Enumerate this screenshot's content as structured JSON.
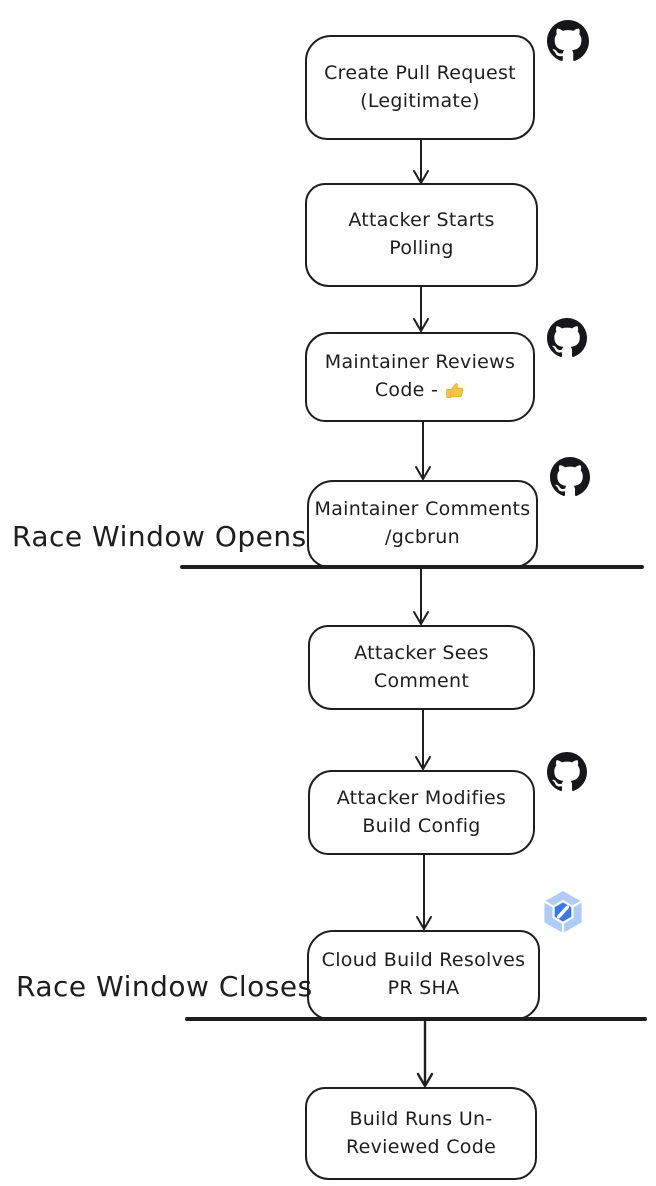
{
  "diagram": {
    "title_implicit": "Race condition flow between PR review and Cloud Build trigger",
    "nodes": {
      "create_pr": {
        "line1": "Create Pull Request",
        "line2": "(Legitimate)",
        "icon": "github-icon"
      },
      "polling": {
        "line1": "Attacker Starts",
        "line2": "Polling"
      },
      "review": {
        "line1": "Maintainer Reviews",
        "line2": "Code -",
        "emoji": "👍",
        "icon": "github-icon"
      },
      "comment": {
        "line1": "Maintainer Comments",
        "line2": "/gcbrun",
        "icon": "github-icon"
      },
      "sees": {
        "line1": "Attacker Sees",
        "line2": "Comment"
      },
      "modifies": {
        "line1": "Attacker Modifies",
        "line2": "Build Config",
        "icon": "github-icon"
      },
      "resolves": {
        "line1": "Cloud Build Resolves",
        "line2": "PR SHA",
        "icon": "cloud-build-icon"
      },
      "runs": {
        "line1": "Build Runs Un-",
        "line2": "Reviewed Code"
      }
    },
    "annotations": {
      "opens": "Race Window Opens",
      "closes": "Race Window Closes"
    },
    "colors": {
      "stroke": "#1e1e1e",
      "github": "#17171b",
      "cloud_build_light": "#aecbfa",
      "cloud_build_dark": "#3b78e7",
      "thumb_yellow": "#f5c542"
    }
  }
}
